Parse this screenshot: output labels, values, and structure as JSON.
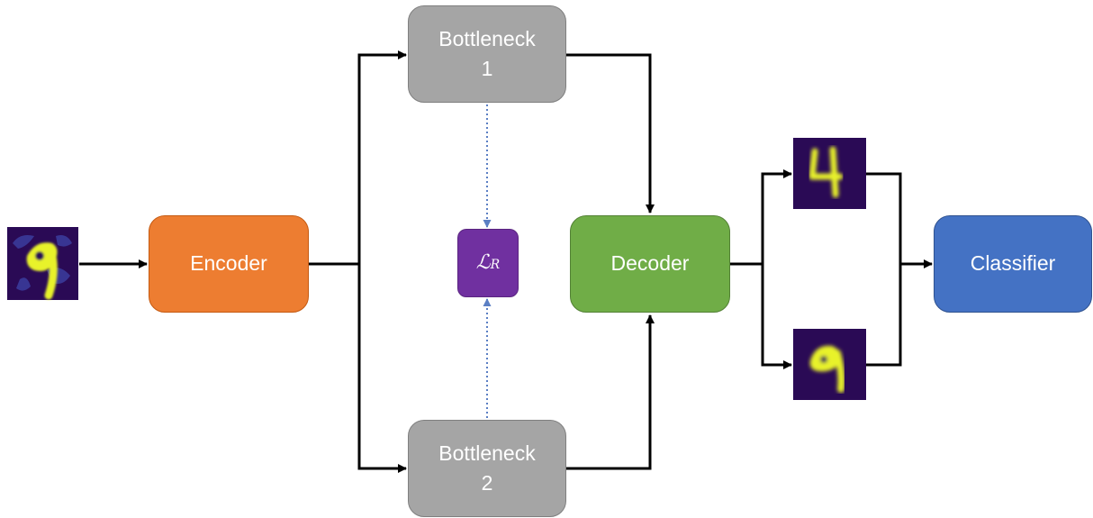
{
  "nodes": {
    "encoder": "Encoder",
    "bottleneck_1": "Bottleneck\n1",
    "bottleneck_2": "Bottleneck\n2",
    "decoder": "Decoder",
    "classifier": "Classifier",
    "loss_symbol": "ℒ",
    "loss_subscript": "R"
  },
  "digits": {
    "input": "9",
    "output_1": "4",
    "output_2": "9"
  },
  "colors": {
    "encoder": "#ed7d31",
    "bottleneck": "#a5a5a5",
    "decoder": "#70ad47",
    "classifier": "#4472c4",
    "loss": "#7030a0",
    "digit_background": "#2a0a55",
    "digit_stroke": "#e8f22a",
    "dotted_link": "#5b7fc4"
  }
}
